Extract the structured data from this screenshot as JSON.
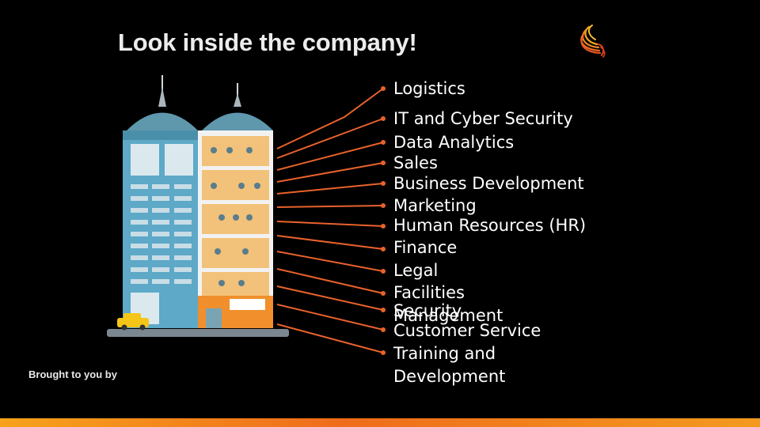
{
  "slide": {
    "title": "Look inside the company!",
    "credit": "Brought to you by",
    "accent_color": "#e8622c",
    "bar_colors": [
      "#f7a21b",
      "#ef6c1b"
    ]
  },
  "departments": [
    "Logistics",
    "IT and Cyber Security",
    "Data Analytics",
    "Sales",
    "Business Development",
    "Marketing",
    "Human Resources (HR)",
    "Finance",
    "Legal",
    "Facilities",
    "Security",
    "Management",
    "Customer Service",
    "Training and",
    "Development"
  ],
  "icons": {
    "logo": "flame-swirl-logo-icon",
    "illustration": "office-building-illustration",
    "taxi": "taxi-icon",
    "welcome_sign": "welcome-sign-icon"
  }
}
